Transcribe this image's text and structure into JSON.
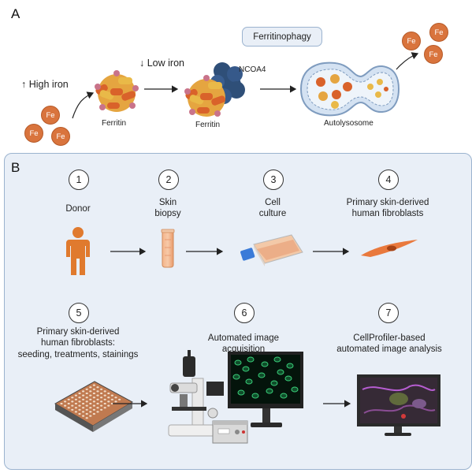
{
  "panel_a": {
    "letter": "A",
    "high_iron": "High iron",
    "low_iron": "Low iron",
    "ferritin_1": "Ferritin",
    "ferritin_2": "Ferritin",
    "ncoa4": "NCOA4",
    "ferritinophagy": "Ferritinophagy",
    "autolysosome": "Autolysosome",
    "fe": "Fe",
    "up_arrow": "↑",
    "down_arrow": "↓"
  },
  "panel_b": {
    "letter": "B",
    "steps": [
      {
        "num": "1",
        "label": "Donor"
      },
      {
        "num": "2",
        "label_line1": "Skin",
        "label_line2": "biopsy"
      },
      {
        "num": "3",
        "label_line1": "Cell",
        "label_line2": "culture"
      },
      {
        "num": "4",
        "label_line1": "Primary skin-derived",
        "label_line2": "human fibroblasts"
      },
      {
        "num": "5",
        "label_line1": "Primary skin-derived",
        "label_line2": "human fibroblasts:",
        "label_line3": "seeding, treatments, stainings"
      },
      {
        "num": "6",
        "label_line1": "Automated image",
        "label_line2": "acquisition"
      },
      {
        "num": "7",
        "label_line1": "CellProfiler-based",
        "label_line2": "automated image analysis"
      }
    ]
  },
  "colors": {
    "iron": "#d9743d",
    "ferritin_orange": "#d9622a",
    "ferritin_yellow": "#e9b948",
    "ferritin_pink": "#c9738a",
    "ncoa4_blue": "#2f4f78",
    "panel_bg": "#e9eff7",
    "panel_border": "#9bb3cf"
  }
}
